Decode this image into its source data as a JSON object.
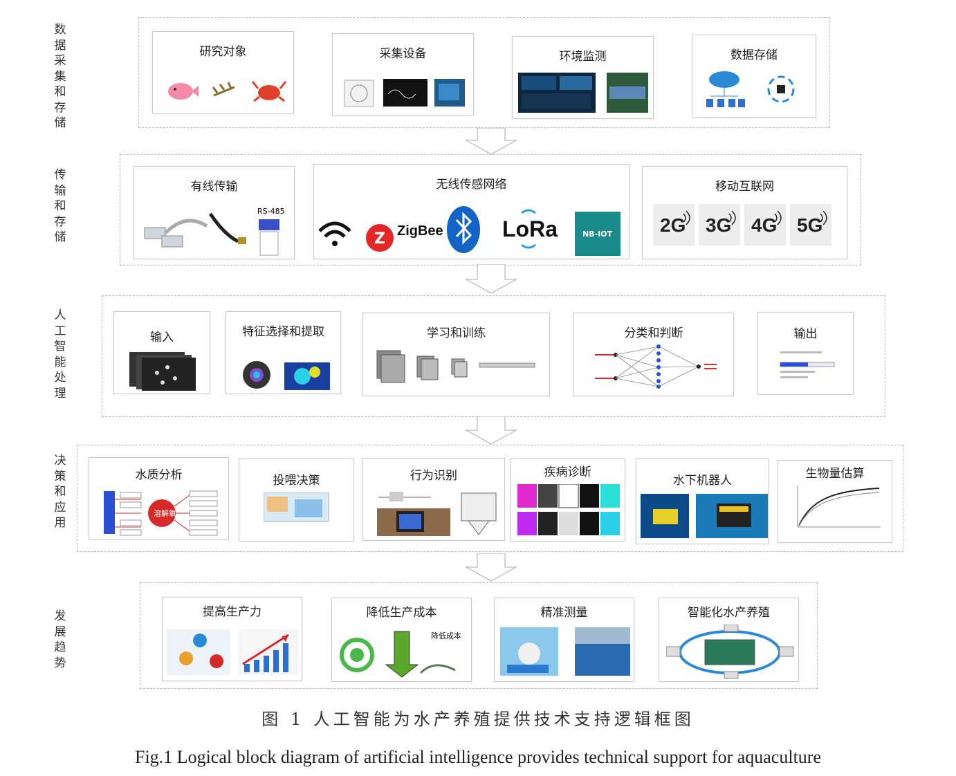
{
  "rows": [
    {
      "side_label": "数据采集和存储",
      "boxes": [
        "研究对象",
        "采集设备",
        "环境监测",
        "数据存储"
      ]
    },
    {
      "side_label": "传输和存储",
      "boxes": [
        "有线传输",
        "无线传感网络",
        "移动互联网"
      ]
    },
    {
      "side_label": "人工智能处理",
      "boxes": [
        "输入",
        "特征选择和提取",
        "学习和训练",
        "分类和判断",
        "输出"
      ]
    },
    {
      "side_label": "决策和应用",
      "boxes": [
        "水质分析",
        "投喂决策",
        "行为识别",
        "疾病诊断",
        "水下机器人",
        "生物量估算"
      ]
    },
    {
      "side_label": "发展趋势",
      "boxes": [
        "提高生产力",
        "降低生产成本",
        "精准测量",
        "智能化水产养殖"
      ]
    }
  ],
  "wireless": {
    "zigbee": "ZigBee",
    "lora": "LoRa",
    "nbiot": "NB-IOT"
  },
  "mobile_generations": [
    "2G",
    "3G",
    "4G",
    "5G"
  ],
  "wired_rs": "RS-485",
  "cost_label": "降低成本",
  "water_center_label": "溶解氧",
  "colors": {
    "accent_blue": "#2a6fd1",
    "accent_red": "#d62a2a",
    "border": "#c9c9c9"
  },
  "caption_cn": "图 1   人工智能为水产养殖提供技术支持逻辑框图",
  "caption_en": "Fig.1   Logical block diagram of artificial intelligence provides technical support for aquaculture"
}
